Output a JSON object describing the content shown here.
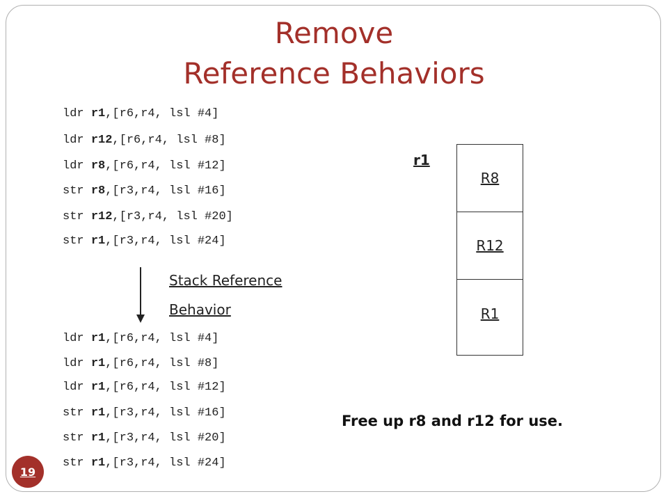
{
  "slide": {
    "title_line1": "Remove",
    "title_line2": "Reference Behaviors",
    "page_number": "19"
  },
  "code_before": [
    {
      "op": "ldr ",
      "reg": "r1",
      "args": ",[r6,r4, lsl #4]"
    },
    {
      "op": "ldr ",
      "reg": "r12",
      "args": ",[r6,r4, lsl #8]"
    },
    {
      "op": "ldr ",
      "reg": "r8",
      "args": ",[r6,r4, lsl #12]"
    },
    {
      "op": "str ",
      "reg": "r8",
      "args": ",[r3,r4, lsl #16]"
    },
    {
      "op": "str ",
      "reg": "r12",
      "args": ",[r3,r4, lsl #20]"
    },
    {
      "op": "str ",
      "reg": "r1",
      "args": ",[r3,r4, lsl #24]"
    }
  ],
  "arrow_label": {
    "line1": "Stack Reference",
    "line2": "Behavior"
  },
  "code_after": [
    {
      "op": "ldr ",
      "reg": "r1",
      "args": ",[r6,r4, lsl #4]"
    },
    {
      "op": "ldr ",
      "reg": "r1",
      "args": ",[r6,r4, lsl #8]"
    },
    {
      "op": "ldr ",
      "reg": "r1",
      "args": ",[r6,r4, lsl #12]"
    },
    {
      "op": "str ",
      "reg": "r1",
      "args": ",[r3,r4, lsl #16]"
    },
    {
      "op": "str ",
      "reg": "r1",
      "args": ",[r3,r4, lsl #20]"
    },
    {
      "op": "str ",
      "reg": "r1",
      "args": ",[r3,r4, lsl #24]"
    }
  ],
  "stack_diagram": {
    "pointer_label": "r1",
    "cells": [
      "R8",
      "R12",
      "R1"
    ]
  },
  "note": "Free up r8 and r12 for use.",
  "colors": {
    "accent": "#a3302a",
    "text": "#222222"
  }
}
